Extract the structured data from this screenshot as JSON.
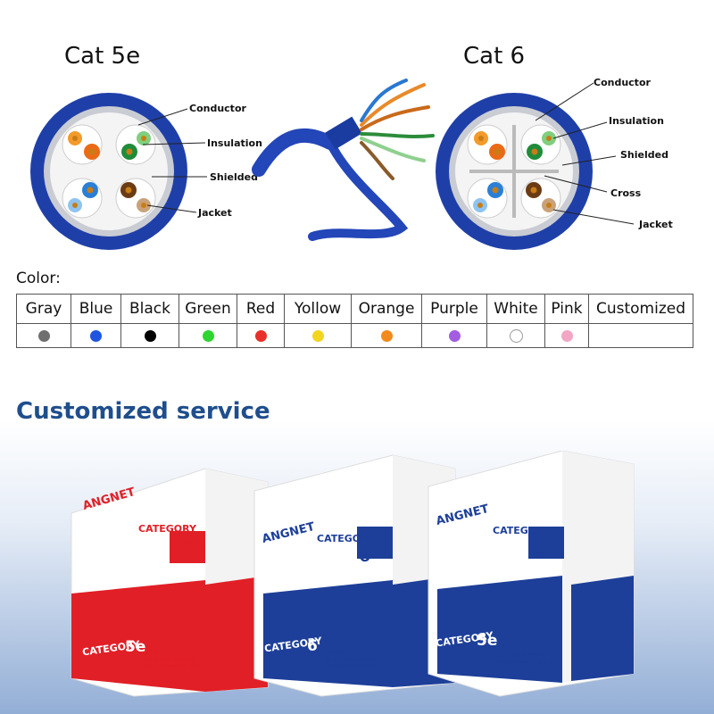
{
  "top": {
    "cat5e": {
      "title": "Cat 5e",
      "callouts": [
        "Conductor",
        "Insulation",
        "Shielded",
        "Jacket"
      ]
    },
    "cat6": {
      "title": "Cat 6",
      "callouts": [
        "Conductor",
        "Insulation",
        "Shielded",
        "Cross",
        "Jacket"
      ]
    }
  },
  "colors": {
    "label": "Color:",
    "items": [
      {
        "name": "Gray",
        "hex": "#6f6f6f"
      },
      {
        "name": "Blue",
        "hex": "#1f55e0"
      },
      {
        "name": "Black",
        "hex": "#000000"
      },
      {
        "name": "Green",
        "hex": "#2fd42f"
      },
      {
        "name": "Red",
        "hex": "#e8302a"
      },
      {
        "name": "Yollow",
        "hex": "#f1d51f"
      },
      {
        "name": "Orange",
        "hex": "#f28a1d"
      },
      {
        "name": "Purple",
        "hex": "#a35de0"
      },
      {
        "name": "White",
        "hex": "#ffffff"
      },
      {
        "name": "Pink",
        "hex": "#f2a6c4"
      },
      {
        "name": "Customized",
        "hex": ""
      }
    ]
  },
  "service": {
    "title": "Customized service",
    "boxes": [
      {
        "brand": "ANGNET",
        "category_label": "CATEGORY",
        "category_value": "5e",
        "side_label": "CATEGORY",
        "side_value": "5e",
        "subtitle": "HIGH PERFORMANCE NETWORK CABLE",
        "color": "#e11f26"
      },
      {
        "brand": "ANGNET",
        "category_label": "CATEGORY",
        "category_value": "6",
        "side_label": "CATEGORY",
        "side_value": "6",
        "subtitle": "HIGH PERFORMANCE NETWORK CABLE",
        "color": "#1d3f99"
      },
      {
        "brand": "ANGNET",
        "category_label": "CATEGORY",
        "category_value": "5e",
        "side_label": "CATEGORY",
        "side_value": "5e",
        "subtitle": "HIGH PERFORMANCE NETWORK CABLE",
        "color": "#1d3f99"
      }
    ]
  }
}
